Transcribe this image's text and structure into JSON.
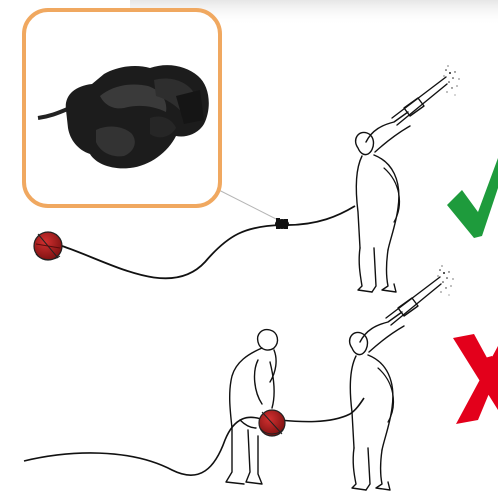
{
  "scenes": [
    {
      "id": "correct-setup",
      "result_icon": "checkmark-icon",
      "result_color": "#1e9b3c"
    },
    {
      "id": "incorrect-setup",
      "result_icon": "cross-icon",
      "result_color": "#e3001b"
    }
  ],
  "inset": {
    "subject": "swivel-coupling-closeup",
    "border_color": "#f0a860"
  },
  "colors": {
    "line": "#111111",
    "reel": "#b01c1c",
    "reel_dark": "#5a0c0c"
  }
}
